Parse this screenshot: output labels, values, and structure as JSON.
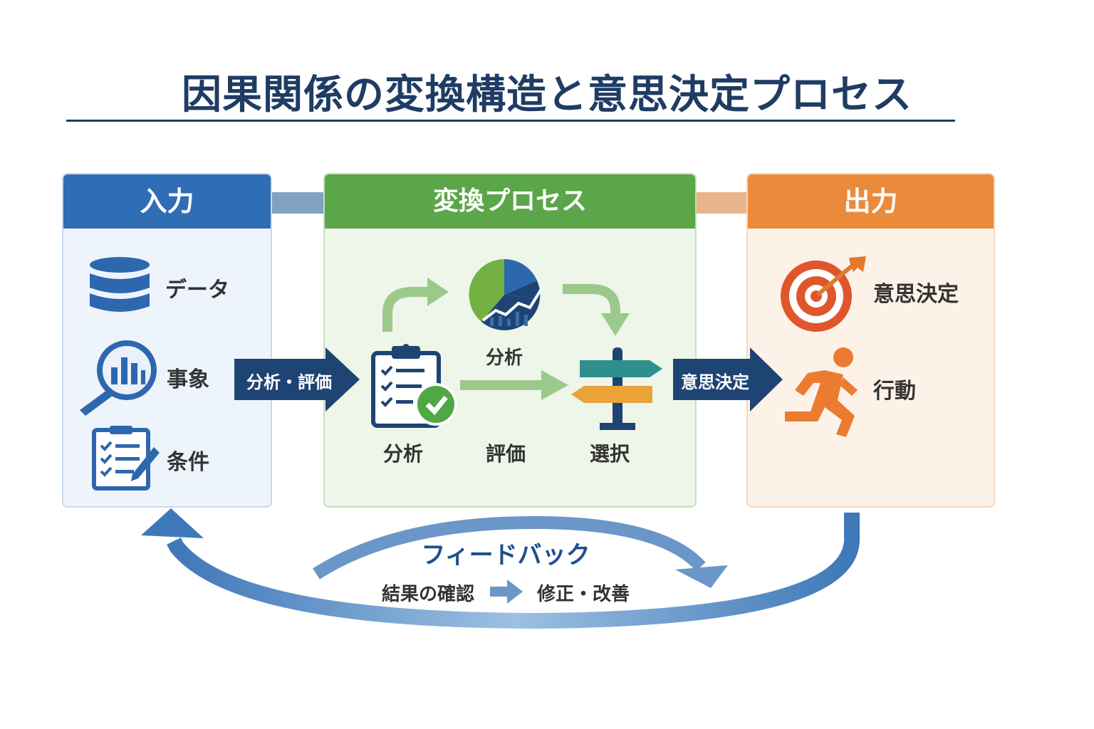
{
  "title": "因果関係の変換構造と意思決定プロセス",
  "colors": {
    "title": "#1f3c64",
    "input": "#2f6db5",
    "process": "#5aa648",
    "output": "#ea8a3a",
    "navy_arrow": "#1e4474",
    "feedback": "#6a97c8"
  },
  "input": {
    "header": "入力",
    "items": [
      {
        "label": "データ",
        "icon": "database-icon"
      },
      {
        "label": "事象",
        "icon": "magnifier-chart-icon"
      },
      {
        "label": "条件",
        "icon": "checklist-pencil-icon"
      }
    ]
  },
  "process": {
    "header": "変換プロセス",
    "chart_label": "分析",
    "labels": [
      "分析",
      "評価",
      "選択"
    ],
    "icons": [
      "clipboard-check-icon",
      "pie-chart-icon",
      "signpost-icon"
    ]
  },
  "output": {
    "header": "出力",
    "items": [
      {
        "label": "意思決定",
        "icon": "target-icon"
      },
      {
        "label": "行動",
        "icon": "running-person-icon"
      }
    ]
  },
  "arrows": {
    "input_to_process": "分析・評価",
    "process_to_output": "意思決定"
  },
  "feedback": {
    "title": "フィードバック",
    "step1": "結果の確認",
    "step2": "修正・改善"
  }
}
